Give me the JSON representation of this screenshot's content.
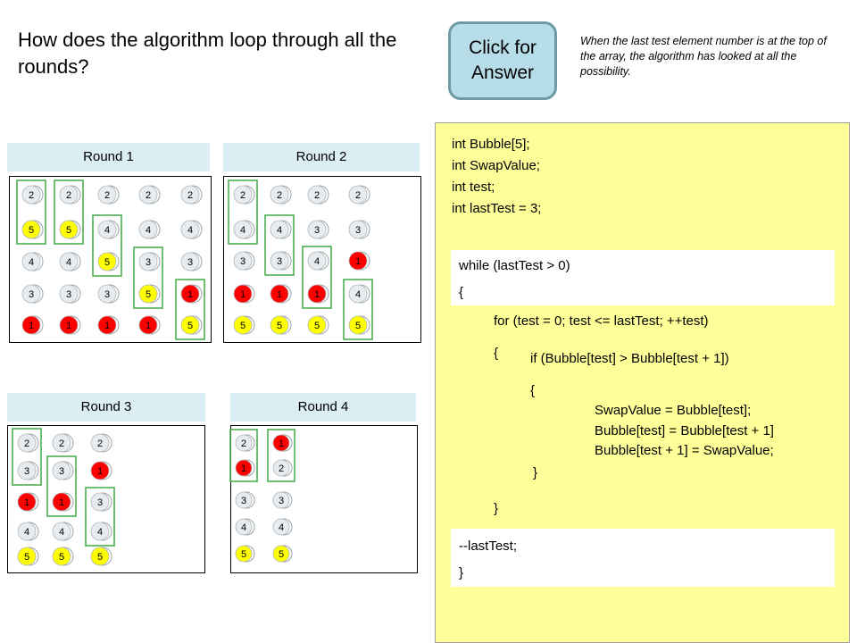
{
  "question": "How does the algorithm loop through all the rounds?",
  "answer_button": "Click for Answer",
  "answer_text": "When the last test element number is at the top of the array, the algorithm has looked at all the possibility.",
  "colors": {
    "yellow_ball": "#ffff00",
    "red_ball": "#ff0000",
    "grey_ball": "#e6ecf0",
    "highlight": "#4caf50",
    "panel": "#ffff99",
    "title_bar": "#dbeef3"
  },
  "rounds": [
    {
      "title": "Round 1",
      "columns": [
        [
          "2",
          "5",
          "4",
          "3",
          "1"
        ],
        [
          "2",
          "5",
          "4",
          "3",
          "1"
        ],
        [
          "2",
          "4",
          "5",
          "3",
          "1"
        ],
        [
          "2",
          "4",
          "3",
          "5",
          "1"
        ],
        [
          "2",
          "4",
          "3",
          "1",
          "5"
        ]
      ]
    },
    {
      "title": "Round 2",
      "columns": [
        [
          "2",
          "4",
          "3",
          "1",
          "5"
        ],
        [
          "2",
          "4",
          "3",
          "1",
          "5"
        ],
        [
          "2",
          "3",
          "4",
          "1",
          "5"
        ],
        [
          "2",
          "3",
          "1",
          "4",
          "5"
        ]
      ]
    },
    {
      "title": "Round 3",
      "columns": [
        [
          "2",
          "3",
          "1",
          "4",
          "5"
        ],
        [
          "2",
          "3",
          "1",
          "4",
          "5"
        ],
        [
          "2",
          "1",
          "3",
          "4",
          "5"
        ]
      ]
    },
    {
      "title": "Round 4",
      "columns": [
        [
          "2",
          "1",
          "3",
          "4",
          "5"
        ],
        [
          "1",
          "2",
          "3",
          "4",
          "5"
        ]
      ]
    }
  ],
  "code": {
    "declarations": [
      "int Bubble[5];",
      "int SwapValue;",
      "int test;",
      "int lastTest = 3;"
    ],
    "while_line": "while (lastTest > 0)",
    "while_open": "{",
    "for_line": "for (test = 0; test <= lastTest; ++test)",
    "for_open": "{",
    "if_line": "if (Bubble[test] > Bubble[test + 1])",
    "if_open": "{",
    "swap1": "SwapValue = Bubble[test];",
    "swap2": "Bubble[test]  = Bubble[test + 1]",
    "swap3": "Bubble[test + 1] = SwapValue;",
    "if_close": "}",
    "for_close": "}",
    "decrement": "--lastTest;",
    "while_close": "}"
  }
}
